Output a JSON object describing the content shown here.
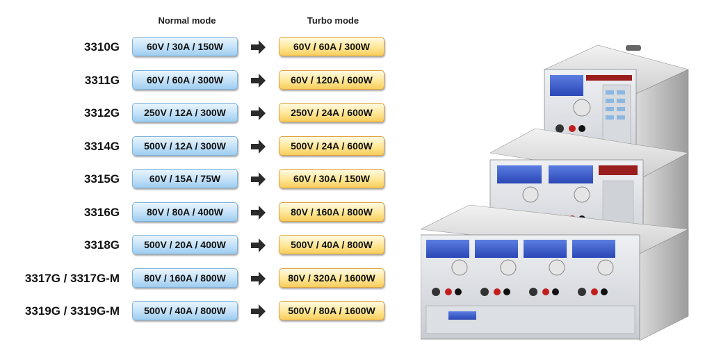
{
  "headers": {
    "normal": "Normal mode",
    "turbo": "Turbo mode"
  },
  "rows": [
    {
      "model": "3310G",
      "normal": "60V / 30A / 150W",
      "turbo": "60V / 60A / 300W"
    },
    {
      "model": "3311G",
      "normal": "60V / 60A / 300W",
      "turbo": "60V / 120A / 600W"
    },
    {
      "model": "3312G",
      "normal": "250V / 12A / 300W",
      "turbo": "250V / 24A / 600W"
    },
    {
      "model": "3314G",
      "normal": "500V / 12A / 300W",
      "turbo": "500V / 24A / 600W"
    },
    {
      "model": "3315G",
      "normal": "60V / 15A / 75W",
      "turbo": "60V / 30A / 150W"
    },
    {
      "model": "3316G",
      "normal": "80V / 80A / 400W",
      "turbo": "80V / 160A / 800W"
    },
    {
      "model": "3318G",
      "normal": "500V / 20A / 400W",
      "turbo": "500V / 40A / 800W"
    },
    {
      "model": "3317G / 3317G-M",
      "normal": "80V / 160A / 800W",
      "turbo": "80V / 320A / 1600W"
    },
    {
      "model": "3319G / 3319G-M",
      "normal": "500V / 40A / 800W",
      "turbo": "500V / 80A / 1600W"
    }
  ],
  "colors": {
    "normal_pill": "#c3e1f8",
    "turbo_pill": "#ffe796",
    "arrow": "#2b2b2b"
  },
  "icons": {
    "arrow": "right-arrow-icon"
  }
}
